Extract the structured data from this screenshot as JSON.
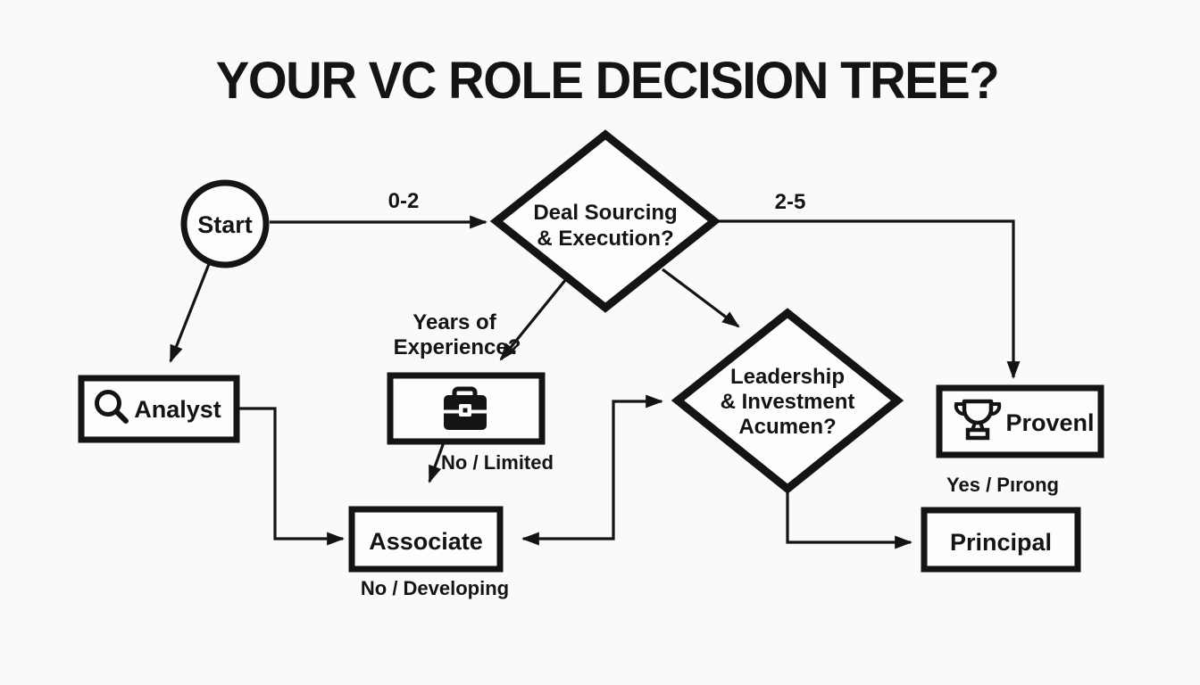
{
  "title": "YOUR VC ROLE DECISION TREE?",
  "colors": {
    "ink": "#141414",
    "background": "#fbfafa",
    "node_fill": "#fdfdfd"
  },
  "nodes": {
    "start": {
      "label": "Start"
    },
    "deal_sourcing": {
      "line1": "Deal Sourcing",
      "line2": "& Execution?"
    },
    "years_experience": {
      "line1": "Years of",
      "line2": "Experience?"
    },
    "leadership": {
      "line1": "Leadership",
      "line2": "& Investment",
      "line3": "Acumen?"
    },
    "analyst": {
      "label": "Analyst",
      "icon": "search-icon"
    },
    "experience_box": {
      "icon": "briefcase-icon"
    },
    "proven": {
      "label": "Provenl",
      "icon": "trophy-icon"
    },
    "associate": {
      "label": "Associate"
    },
    "principal": {
      "label": "Principal"
    }
  },
  "edge_labels": {
    "start_to_deal": "0-2",
    "deal_to_proven": "2-5",
    "experience_to_associate": "No / Limited",
    "under_associate": "No / Developing",
    "under_proven": "Yes / Pırong"
  }
}
